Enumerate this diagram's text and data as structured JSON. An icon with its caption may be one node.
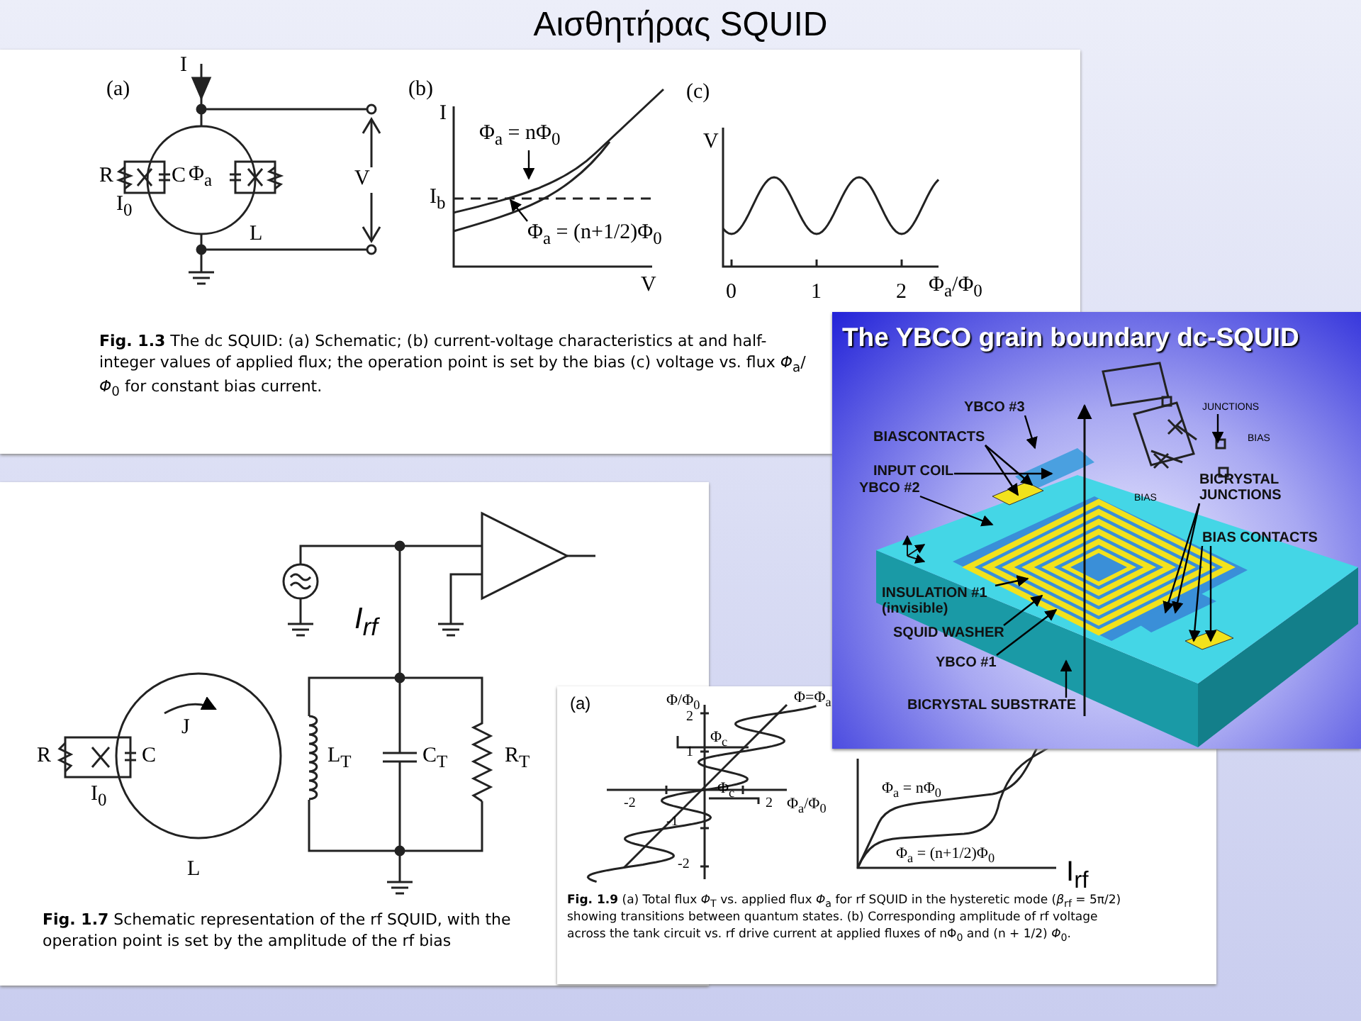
{
  "diagram": {
    "title": "Αισθητήρας SQUID",
    "nodes": [
      {
        "text": [
          "Φ$_{a}$ = nΦ$_{0}$"
        ]
      },
      {
        "text": [
          "Φ$_{a}$ = (n+1/2)Φ$_{0}$"
        ]
      },
      {
        "text": [
          "YBCO #3"
        ]
      },
      {
        "text": [
          "BIASCONTACTS"
        ]
      },
      {
        "text": [
          "INPUT COIL"
        ]
      },
      {
        "text": [
          "YBCO #2"
        ]
      },
      {
        "text": [
          "INSULATION #1 (invisible)"
        ]
      },
      {
        "text": [
          "SQUID WASHER"
        ]
      },
      {
        "text": [
          "YBCO #1"
        ]
      },
      {
        "text": [
          "BICRYSTAL SUBSTRATE"
        ]
      },
      {
        "text": [
          "BICRYSTAL JUNCTIONS"
        ]
      },
      {
        "text": [
          "BIAS CONTACTS"
        ]
      },
      {
        "text": [
          "JUNCTIONS"
        ]
      }
    ],
    "edges": [
      {
        "from": 0,
        "to": null,
        "arrow": "to"
      },
      {
        "from": 1,
        "to": null,
        "arrow": "to"
      },
      {
        "from": 2,
        "to": null,
        "arrow": "to"
      },
      {
        "from": 3,
        "to": null,
        "arrow": "to"
      },
      {
        "from": 3,
        "to": null,
        "arrow": "to"
      },
      {
        "from": 4,
        "to": null,
        "arrow": "to"
      },
      {
        "from": 5,
        "to": null,
        "arrow": "to"
      },
      {
        "from": 6,
        "to": null,
        "arrow": "to"
      },
      {
        "from": 7,
        "to": null,
        "arrow": "to"
      },
      {
        "from": 8,
        "to": null,
        "arrow": "to"
      },
      {
        "from": 9,
        "to": null,
        "arrow": "to"
      },
      {
        "from": 10,
        "to": null,
        "arrow": "to"
      },
      {
        "from": 10,
        "to": null,
        "arrow": "to"
      },
      {
        "from": 11,
        "to": null,
        "arrow": "to"
      },
      {
        "from": 11,
        "to": null,
        "arrow": "to"
      },
      {
        "from": 12,
        "to": null,
        "arrow": "to"
      }
    ],
    "labels": [
      "(a)",
      "I",
      "R",
      "C",
      "Φ$_{a}$",
      "I$_{0}$",
      "L",
      "V",
      "(b)",
      "I",
      "I$_{b}$",
      "V",
      "(c)",
      "V",
      "0",
      "1",
      "2",
      "Φ$_{a}$/Φ$_{0}$",
      "**Fig. 1.3** The dc SQUID: (a) Schematic; (b) current-voltage characteristics at and half-integer values of applied flux; the operation point is set by the bias (c) voltage vs. flux *Φ*$_{a}$/*Φ*$_{0}$ for constant bias current.",
      "I$_{rf}$",
      "R",
      "C",
      "I$_{0}$",
      "J",
      "L",
      "L$_{T}$",
      "C$_{T}$",
      "R$_{T}$",
      "**Fig. 1.7** Schematic representation of the rf SQUID, with the operation point is set by the amplitude of the rf bias",
      "(a)",
      "Φ/Φ$_{0}$",
      "2",
      "1",
      "-1",
      "-2",
      "-2",
      "2",
      "Φ=Φ$_{a}$",
      "Φ$_{c}$",
      "Φ$_{c}$",
      "Φ$_{a}$/Φ$_{0}$",
      "Φ$_{a}$ = nΦ$_{0}$",
      "Φ$_{a}$ = (n+1/2)Φ$_{0}$",
      "I$_{rf}$",
      "**Fig. 1.9** (a) Total flux *Φ*$_{T}$ vs. applied flux *Φ*$_{a}$ for rf SQUID in the hysteretic mode (*β*$_{rf}$ = 5π/2) showing transitions between quantum states. (b) Corresponding amplitude of rf voltage across the tank circuit vs. rf drive current at applied fluxes of nΦ$_{0}$ and (n + 1/2) *Φ*$_{0}$.",
      "The YBCO grain boundary dc-SQUID",
      "BIAS",
      "BIAS"
    ]
  }
}
